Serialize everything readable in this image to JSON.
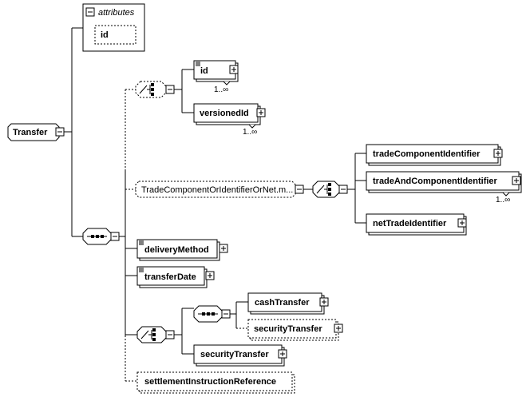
{
  "root": {
    "label": "Transfer"
  },
  "attributes": {
    "title": "attributes",
    "items": [
      "id"
    ]
  },
  "choice1": {
    "items": [
      {
        "label": "id",
        "occurs": "1..∞"
      },
      {
        "label": "versionedId",
        "occurs": "1..∞"
      }
    ]
  },
  "group": {
    "label": "TradeComponentOrIdentifierOrNet.m..."
  },
  "choice2": {
    "items": [
      {
        "label": "tradeComponentIdentifier",
        "occurs": ""
      },
      {
        "label": "tradeAndComponentIdentifier",
        "occurs": "1..∞"
      },
      {
        "label": "netTradeIdentifier",
        "occurs": ""
      }
    ]
  },
  "sequence": {
    "items": [
      {
        "label": "deliveryMethod"
      },
      {
        "label": "transferDate"
      }
    ]
  },
  "choice3": {
    "seq_items": [
      {
        "label": "cashTransfer"
      },
      {
        "label": "securityTransfer"
      }
    ],
    "alt_item": {
      "label": "securityTransfer"
    }
  },
  "last": {
    "label": "settlementInstructionReference"
  }
}
